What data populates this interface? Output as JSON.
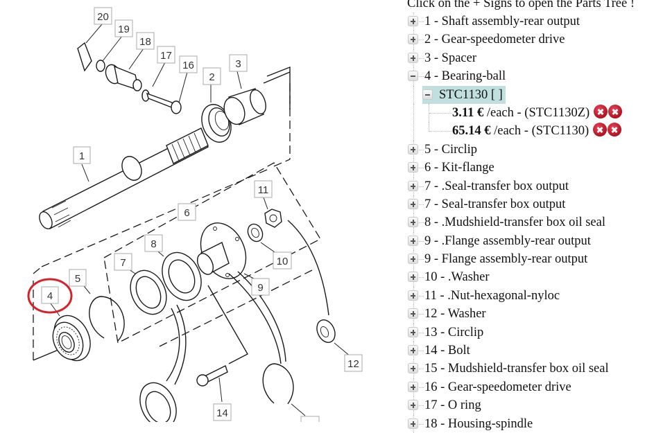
{
  "header": {
    "instruction": "Click on the + Signs to open the Parts Tree !"
  },
  "tree": {
    "items": [
      {
        "label": "1 - Shaft assembly-rear output",
        "state": "collapsed"
      },
      {
        "label": "2 - Gear-speedometer drive",
        "state": "collapsed"
      },
      {
        "label": "3 - Spacer",
        "state": "collapsed"
      },
      {
        "label": "4 - Bearing-ball",
        "state": "expanded"
      },
      {
        "label": "5 - Circlip",
        "state": "collapsed"
      },
      {
        "label": "6 - Kit-flange",
        "state": "collapsed"
      },
      {
        "label": "7 - .Seal-transfer box output",
        "state": "collapsed"
      },
      {
        "label": "7 - Seal-transfer box output",
        "state": "collapsed"
      },
      {
        "label": "8 - .Mudshield-transfer box oil seal",
        "state": "collapsed"
      },
      {
        "label": "9 - .Flange assembly-rear output",
        "state": "collapsed"
      },
      {
        "label": "9 - Flange assembly-rear output",
        "state": "collapsed"
      },
      {
        "label": "10 - .Washer",
        "state": "collapsed"
      },
      {
        "label": "11 - .Nut-hexagonal-nyloc",
        "state": "collapsed"
      },
      {
        "label": "12 - Washer",
        "state": "collapsed"
      },
      {
        "label": "13 - Circlip",
        "state": "collapsed"
      },
      {
        "label": "14 - Bolt",
        "state": "collapsed"
      },
      {
        "label": "15 - Mudshield-transfer box oil seal",
        "state": "collapsed"
      },
      {
        "label": "16 - Gear-speedometer drive",
        "state": "collapsed"
      },
      {
        "label": "17 - O ring",
        "state": "collapsed"
      },
      {
        "label": "18 - Housing-spindle",
        "state": "collapsed"
      }
    ],
    "expanded_sub": {
      "label": "STC1130 [ ]",
      "offers": [
        {
          "price": "3.11 €",
          "unit": " /each - ",
          "code": "(STC1130Z)"
        },
        {
          "price": "65.14 €",
          "unit": " /each - ",
          "code": "(STC1130)"
        }
      ]
    }
  },
  "diagram": {
    "callouts": [
      "1",
      "2",
      "3",
      "4",
      "5",
      "6",
      "7",
      "8",
      "9",
      "10",
      "11",
      "12",
      "14",
      "16",
      "17",
      "18",
      "19",
      "20"
    ],
    "highlight_color": "#d7202a"
  }
}
